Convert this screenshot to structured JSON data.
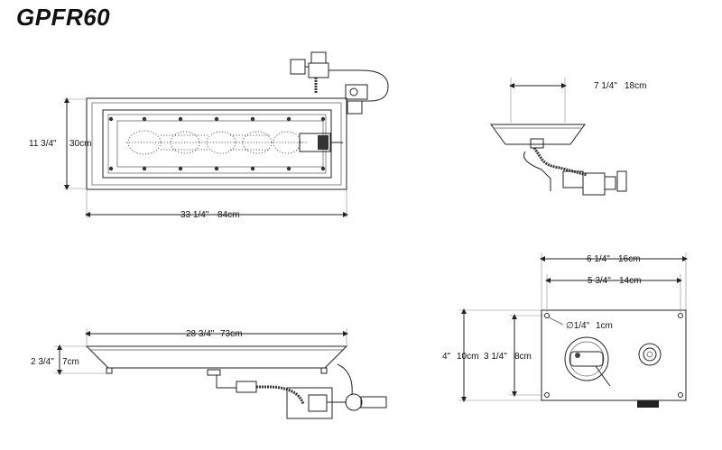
{
  "title": "GPFR60",
  "top_view": {
    "height": "11 3/4\"",
    "height_metric": "30cm",
    "width": "33 1/4\"",
    "width_metric": "84cm"
  },
  "side_view_small": {
    "width": "7 1/4\"",
    "width_metric": "18cm"
  },
  "front_view": {
    "width": "28 3/4\"",
    "width_metric": "73cm",
    "height": "2 3/4\"",
    "height_metric": "7cm"
  },
  "panel_view": {
    "outer_width": "6 1/4\"",
    "outer_width_metric": "16cm",
    "inner_width": "5 3/4\"",
    "inner_width_metric": "14cm",
    "hole": "∅1/4\"",
    "hole_metric": "1cm",
    "outer_height": "4\"",
    "outer_height_metric": "10cm",
    "inner_height": "3 1/4\"",
    "inner_height_metric": "8cm"
  }
}
